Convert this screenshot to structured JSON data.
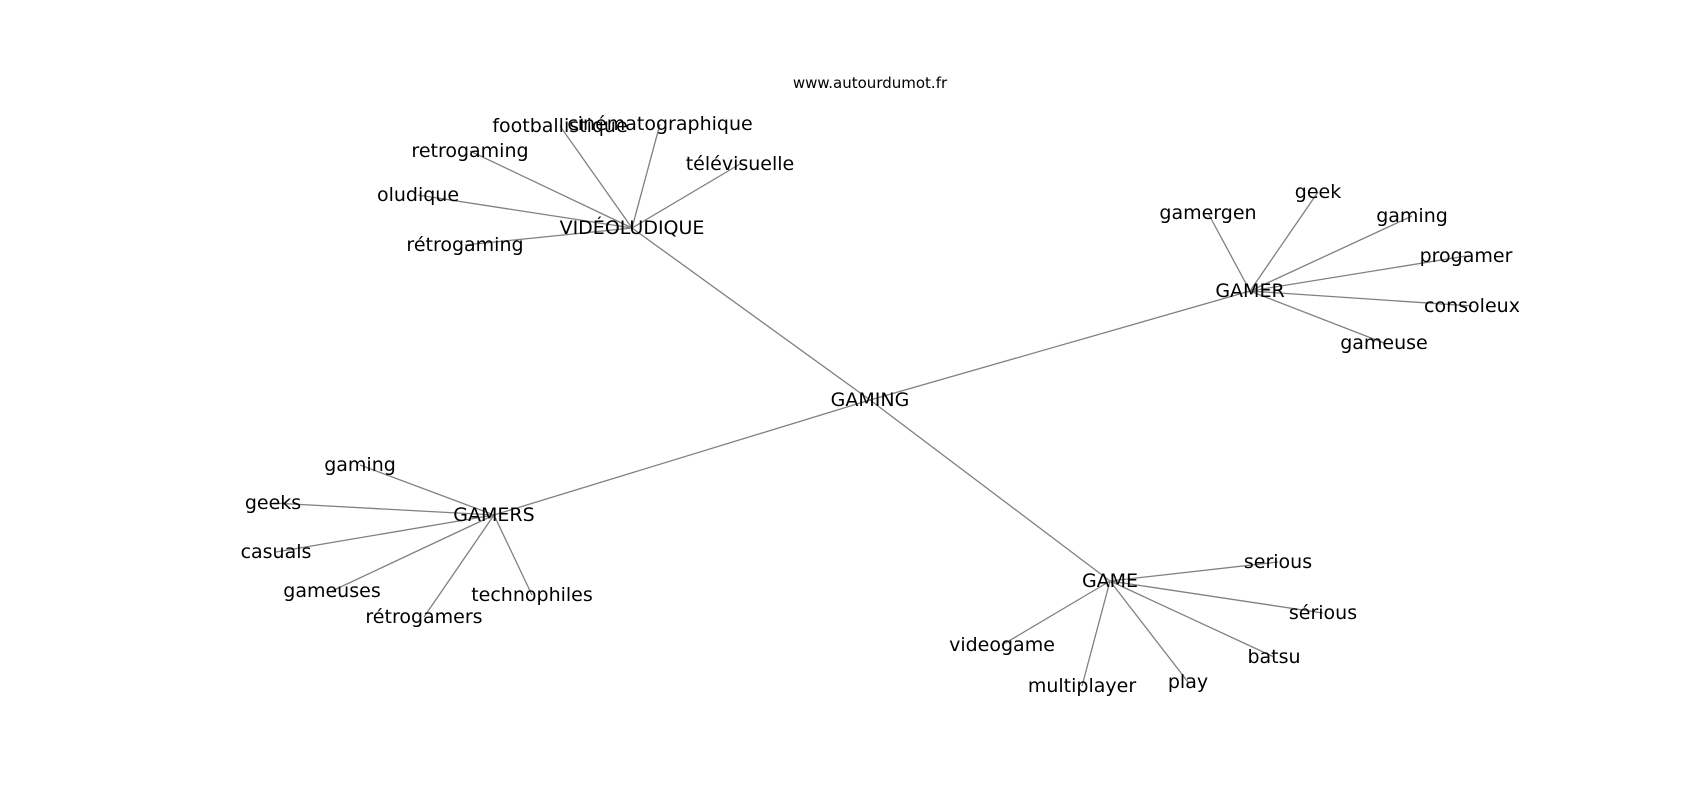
{
  "source": "www.autourdumot.fr",
  "graph": {
    "center": "GAMING",
    "hubs": [
      {
        "id": "videoludique",
        "label": "VIDÉOLUDIQUE",
        "leaves": [
          "footballistique",
          "cinématographique",
          "retrogaming",
          "télévisuelle",
          "oludique",
          "rétrogaming"
        ]
      },
      {
        "id": "gamer",
        "label": "GAMER",
        "leaves": [
          "gamergen",
          "geek",
          "gaming",
          "progamer",
          "consoleux",
          "gameuse"
        ]
      },
      {
        "id": "gamers",
        "label": "GAMERS",
        "leaves": [
          "gaming",
          "geeks",
          "casuals",
          "gameuses",
          "rétrogamers",
          "technophiles"
        ]
      },
      {
        "id": "game",
        "label": "GAME",
        "leaves": [
          "serious",
          "sérious",
          "batsu",
          "play",
          "multiplayer",
          "videogame"
        ]
      }
    ]
  }
}
